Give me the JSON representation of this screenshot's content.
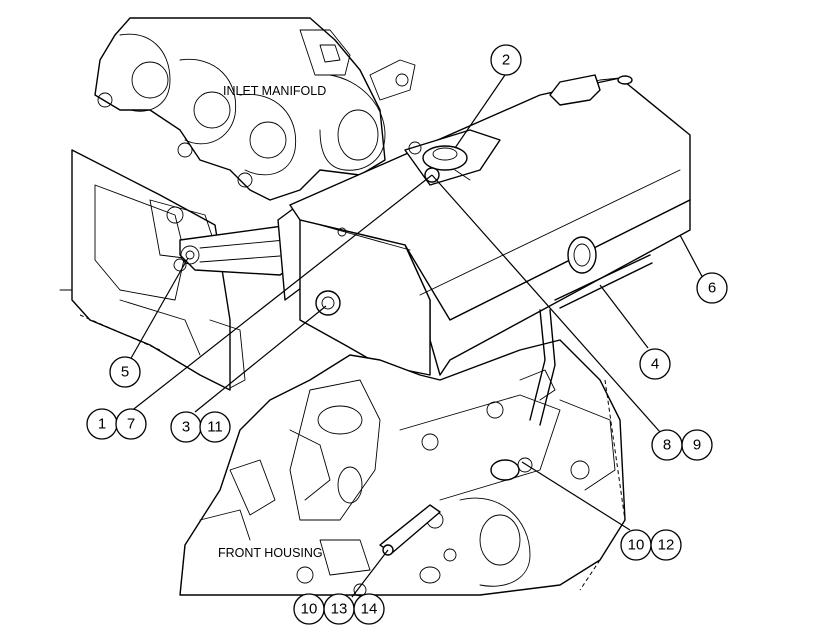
{
  "labels": {
    "inlet_manifold": "INLET MANIFOLD",
    "front_housing": "FRONT HOUSING"
  },
  "callouts": {
    "c1": "1",
    "c2": "2",
    "c3": "3",
    "c4": "4",
    "c5": "5",
    "c6": "6",
    "c7": "7",
    "c8": "8",
    "c9": "9",
    "c10a": "10",
    "c11": "11",
    "c12": "12",
    "c10b": "10",
    "c13": "13",
    "c14": "14"
  }
}
